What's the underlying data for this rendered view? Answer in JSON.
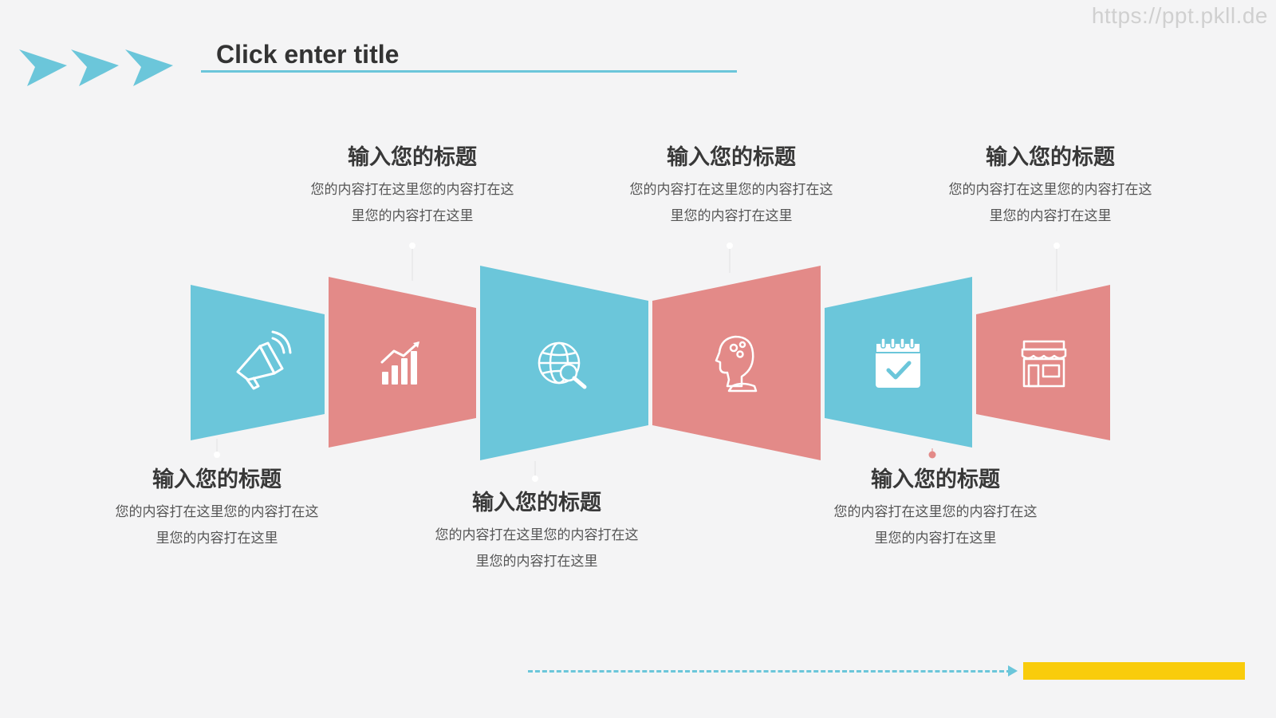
{
  "watermark": "https://ppt.pkll.de",
  "title": "Click enter title",
  "colors": {
    "blue": "#6bc6da",
    "pink": "#e38a88",
    "yellow": "#f9cc0c",
    "background": "#f4f4f5"
  },
  "panels": [
    {
      "icon": "megaphone-icon",
      "color": "blue"
    },
    {
      "icon": "bar-chart-icon",
      "color": "pink"
    },
    {
      "icon": "globe-search-icon",
      "color": "blue"
    },
    {
      "icon": "head-gears-icon",
      "color": "pink"
    },
    {
      "icon": "calendar-check-icon",
      "color": "blue"
    },
    {
      "icon": "storefront-icon",
      "color": "pink"
    }
  ],
  "captions": [
    {
      "title": "输入您的标题",
      "line1": "您的内容打在这里您的内容打在这",
      "line2": "里您的内容打在这里"
    },
    {
      "title": "输入您的标题",
      "line1": "您的内容打在这里您的内容打在这",
      "line2": "里您的内容打在这里"
    },
    {
      "title": "输入您的标题",
      "line1": "您的内容打在这里您的内容打在这",
      "line2": "里您的内容打在这里"
    },
    {
      "title": "输入您的标题",
      "line1": "您的内容打在这里您的内容打在这",
      "line2": "里您的内容打在这里"
    },
    {
      "title": "输入您的标题",
      "line1": "您的内容打在这里您的内容打在这",
      "line2": "里您的内容打在这里"
    },
    {
      "title": "输入您的标题",
      "line1": "您的内容打在这里您的内容打在这",
      "line2": "里您的内容打在这里"
    }
  ]
}
